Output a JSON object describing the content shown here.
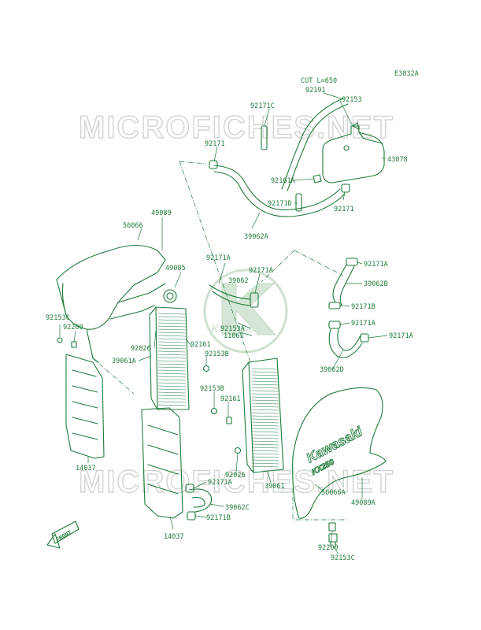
{
  "ref_code": "E3032A",
  "watermark": "MICROFICHES.NET",
  "logo_text": "Kawasaki",
  "shroud_brand": "Kawasaki",
  "shroud_model": "KX250",
  "front_arrow_label": "FRONT",
  "accent_color": "#1e7a3a",
  "cut_note": "CUT L=650",
  "parts": {
    "p92191": "92191",
    "p92153_top": "92153",
    "p92171c": "92171C",
    "p92171_a": "92171",
    "p43078": "43078",
    "p92161a": "92161A",
    "p92171d": "92171D",
    "p92171_b": "92171",
    "p39062a": "39062A",
    "p49089": "49089",
    "p56066": "56066",
    "p49085": "49085",
    "p92171a_1": "92171A",
    "p39062": "39062",
    "p92171a_2": "92171A",
    "p92171a_3": "92171A",
    "p39062b": "39062B",
    "p92171b_1": "92171B",
    "p92171a_4": "92171A",
    "p92171a_5": "92171A",
    "p92153c_1": "92153C",
    "p92200_1": "92200",
    "p92026_1": "92026",
    "p92161_1": "92161",
    "p92153a": "92153A",
    "p11061": "11061",
    "p39061a": "39061A",
    "p92153b_1": "92153B",
    "p39062d": "39062D",
    "p92153b_2": "92153B",
    "p92161_2": "92161",
    "p14037_1": "14037",
    "p92026_2": "92026",
    "p92171a_6": "92171A",
    "p39061": "39061",
    "p56066a": "56066A",
    "p49089a": "49089A",
    "p39062c": "39062C",
    "p92171b_2": "92171B",
    "p14037_2": "14037",
    "p92200_2": "92200",
    "p92153c_2": "92153C"
  }
}
